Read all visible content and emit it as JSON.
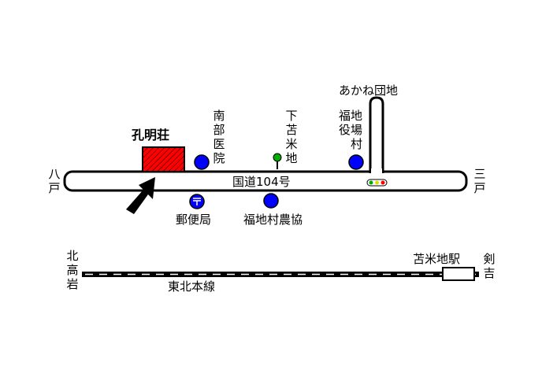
{
  "colors": {
    "road": "#ffffff",
    "marker": "#0000ff",
    "building": "#ff0000",
    "tree": "#00aa00"
  },
  "icons": {
    "arrow": "arrow-icon",
    "marker": "circle-marker-icon",
    "post": "post-office-icon",
    "tree": "tree-icon",
    "signal": "traffic-signal-icon",
    "station": "station-icon"
  },
  "labels": {
    "kohmeiso": "孔明荘",
    "nanbu_clinic": "南部医院",
    "shimotomabechi": "下苫米地",
    "fukuchi_office": "福地役場村",
    "danchi": "あかね団地",
    "hachinohe": "八戸",
    "sannohe": "三戸",
    "route": "国道104号",
    "post_office": "郵便局",
    "nokyo": "福地村農協",
    "kitatakaiwa": "北高岩",
    "tomabechi_station": "苫米地駅",
    "kenyoshi": "剣吉",
    "line": "東北本線"
  }
}
